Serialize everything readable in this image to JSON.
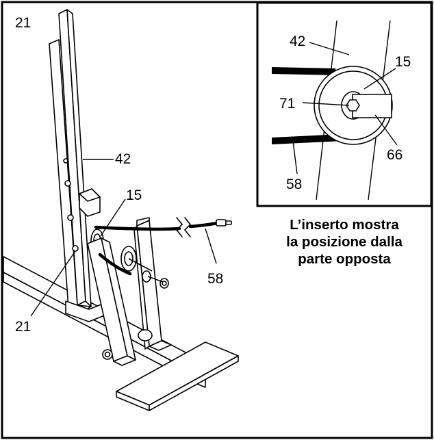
{
  "main_diagram": {
    "labels": {
      "part_21_top": "21",
      "part_42": "42",
      "part_15": "15",
      "part_58": "58",
      "part_21_bottom": "21"
    }
  },
  "inset": {
    "labels": {
      "part_42": "42",
      "part_15": "15",
      "part_71": "71",
      "part_66": "66",
      "part_58": "58"
    },
    "caption_lines": [
      "L’inserto mostra",
      "la posizione dalla",
      "parte opposta"
    ]
  }
}
